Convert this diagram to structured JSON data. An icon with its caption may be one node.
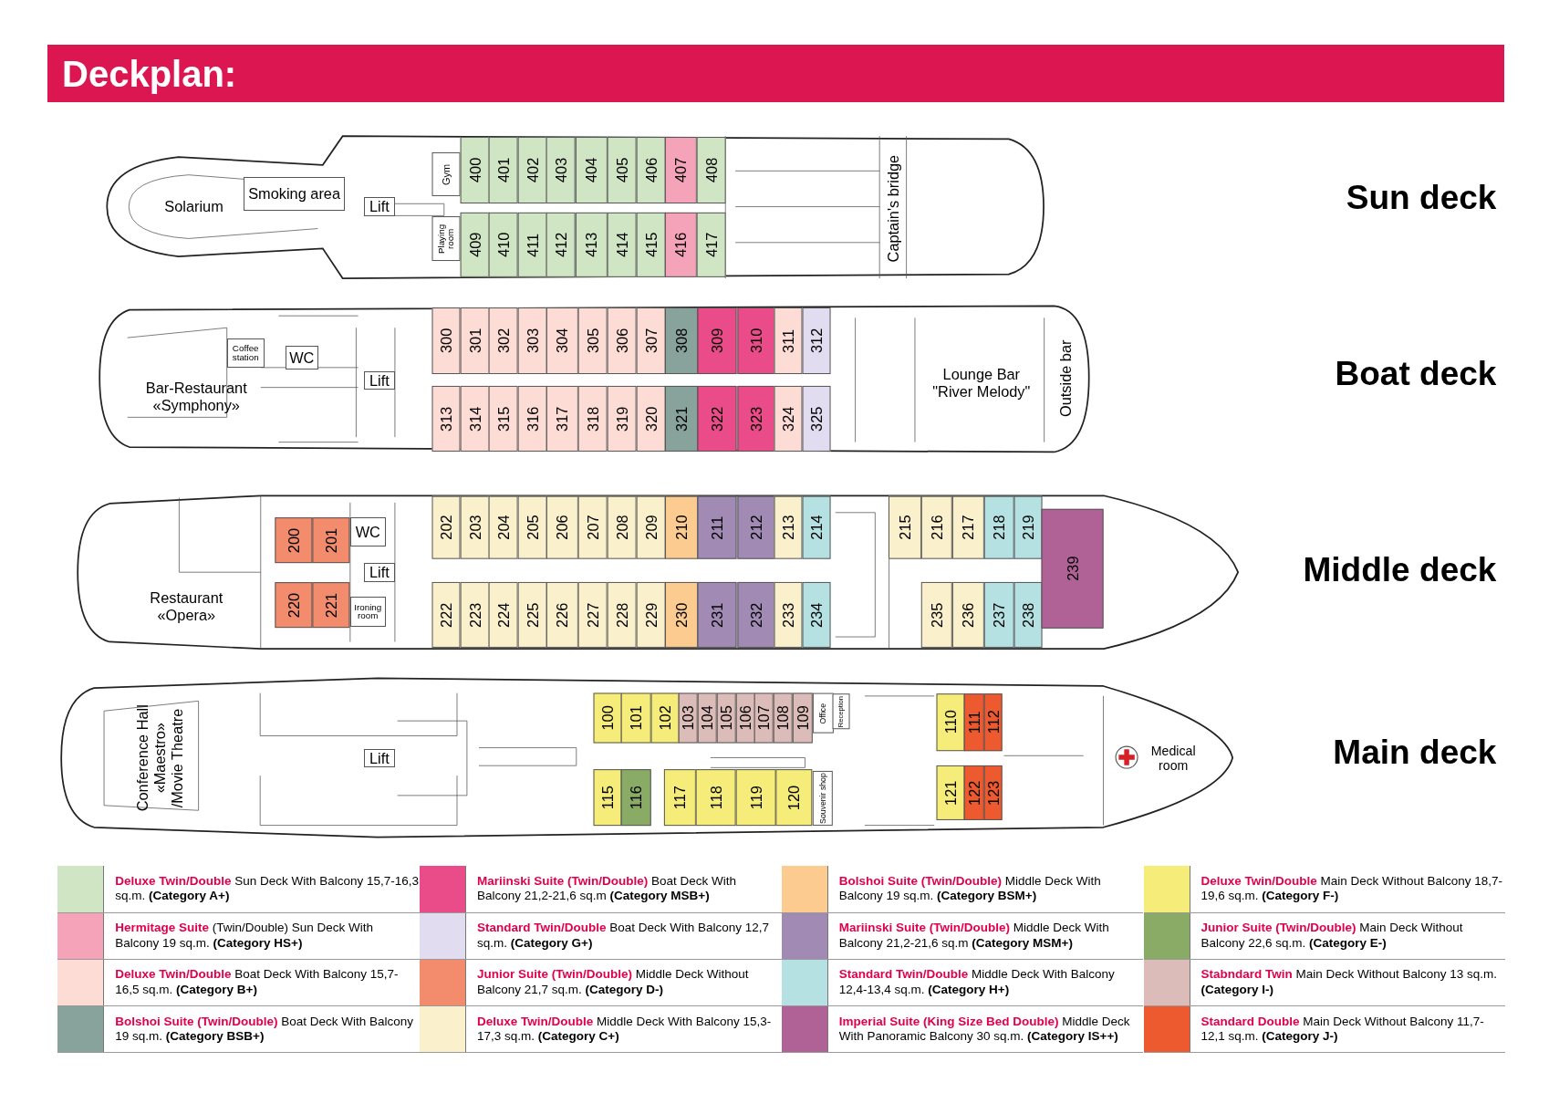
{
  "diagram": {
    "title": "Deckplan:",
    "nodes": [
      {
        "text": [],
        "shape": "picture"
      },
      {
        "text": [
          "Solarium"
        ],
        "in": 0
      },
      {
        "text": [
          "Smoking area"
        ],
        "in": 0
      },
      {
        "text": [
          "Lift"
        ],
        "in": 0
      },
      {
        "text": [
          "Gym"
        ],
        "in": 0
      },
      {
        "text": [
          "Playing room"
        ],
        "in": 0
      },
      {
        "text": [
          "400"
        ],
        "in": 0
      },
      {
        "text": [
          "401"
        ],
        "in": 0
      },
      {
        "text": [
          "402"
        ],
        "in": 0
      },
      {
        "text": [
          "403"
        ],
        "in": 0
      },
      {
        "text": [
          "404"
        ],
        "in": 0
      },
      {
        "text": [
          "405"
        ],
        "in": 0
      },
      {
        "text": [
          "406"
        ],
        "in": 0
      },
      {
        "text": [
          "407"
        ],
        "in": 0
      },
      {
        "text": [
          "408"
        ],
        "in": 0
      },
      {
        "text": [
          "409"
        ],
        "in": 0
      },
      {
        "text": [
          "410"
        ],
        "in": 0
      },
      {
        "text": [
          "411"
        ],
        "in": 0
      },
      {
        "text": [
          "412"
        ],
        "in": 0
      },
      {
        "text": [
          "413"
        ],
        "in": 0
      },
      {
        "text": [
          "414"
        ],
        "in": 0
      },
      {
        "text": [
          "415"
        ],
        "in": 0
      },
      {
        "text": [
          "416"
        ],
        "in": 0
      },
      {
        "text": [
          "417"
        ],
        "in": 0
      },
      {
        "text": [
          "Captain's bridge"
        ],
        "in": 0
      },
      {
        "text": [],
        "shape": "picture"
      },
      {
        "text": [
          "Coffee station"
        ],
        "in": 25
      },
      {
        "text": [
          "WC"
        ],
        "in": 25
      },
      {
        "text": [
          "Bar-Restaurant «Symphony»"
        ],
        "in": 25
      },
      {
        "text": [
          "Lift"
        ],
        "in": 25
      },
      {
        "text": [
          "300"
        ],
        "in": 25
      },
      {
        "text": [
          "301"
        ],
        "in": 25
      },
      {
        "text": [
          "302"
        ],
        "in": 25
      },
      {
        "text": [
          "303"
        ],
        "in": 25
      },
      {
        "text": [
          "304"
        ],
        "in": 25
      },
      {
        "text": [
          "305"
        ],
        "in": 25
      },
      {
        "text": [
          "306"
        ],
        "in": 25
      },
      {
        "text": [
          "307"
        ],
        "in": 25
      },
      {
        "text": [
          "308"
        ],
        "in": 25
      },
      {
        "text": [
          "309"
        ],
        "in": 25
      },
      {
        "text": [
          "310"
        ],
        "in": 25
      },
      {
        "text": [
          "311"
        ],
        "in": 25
      },
      {
        "text": [
          "312"
        ],
        "in": 25
      },
      {
        "text": [
          "313"
        ],
        "in": 25
      },
      {
        "text": [
          "314"
        ],
        "in": 25
      },
      {
        "text": [
          "315"
        ],
        "in": 25
      },
      {
        "text": [
          "316"
        ],
        "in": 25
      },
      {
        "text": [
          "317"
        ],
        "in": 25
      },
      {
        "text": [
          "318"
        ],
        "in": 25
      },
      {
        "text": [
          "319"
        ],
        "in": 25
      },
      {
        "text": [
          "320"
        ],
        "in": 25
      },
      {
        "text": [
          "321"
        ],
        "in": 25
      },
      {
        "text": [
          "322"
        ],
        "in": 25
      },
      {
        "text": [
          "323"
        ],
        "in": 25
      },
      {
        "text": [
          "324"
        ],
        "in": 25
      },
      {
        "text": [
          "325"
        ],
        "in": 25
      },
      {
        "text": [
          "Lounge Bar \"River Melody\""
        ],
        "in": 25
      },
      {
        "text": [
          "Outside bar"
        ],
        "in": 25
      },
      {
        "text": [],
        "shape": "picture"
      },
      {
        "text": [
          "200"
        ],
        "in": 58
      },
      {
        "text": [
          "201"
        ],
        "in": 58
      },
      {
        "text": [
          "WC"
        ],
        "in": 58
      },
      {
        "text": [
          "Lift"
        ],
        "in": 58
      },
      {
        "text": [
          "Restaurant «Opera»"
        ],
        "in": 58
      },
      {
        "text": [
          "220"
        ],
        "in": 58
      },
      {
        "text": [
          "221"
        ],
        "in": 58
      },
      {
        "text": [
          "Ironing room"
        ],
        "in": 58
      },
      {
        "text": [
          "202"
        ],
        "in": 58
      },
      {
        "text": [
          "203"
        ],
        "in": 58
      },
      {
        "text": [
          "204"
        ],
        "in": 58
      },
      {
        "text": [
          "205"
        ],
        "in": 58
      },
      {
        "text": [
          "206"
        ],
        "in": 58
      },
      {
        "text": [
          "207"
        ],
        "in": 58
      },
      {
        "text": [
          "208"
        ],
        "in": 58
      },
      {
        "text": [
          "209"
        ],
        "in": 58
      },
      {
        "text": [
          "210"
        ],
        "in": 58
      },
      {
        "text": [
          "211"
        ],
        "in": 58
      },
      {
        "text": [
          "212"
        ],
        "in": 58
      },
      {
        "text": [
          "213"
        ],
        "in": 58
      },
      {
        "text": [
          "214"
        ],
        "in": 58
      },
      {
        "text": [
          "222"
        ],
        "in": 58
      },
      {
        "text": [
          "223"
        ],
        "in": 58
      },
      {
        "text": [
          "224"
        ],
        "in": 58
      },
      {
        "text": [
          "225"
        ],
        "in": 58
      },
      {
        "text": [
          "226"
        ],
        "in": 58
      },
      {
        "text": [
          "227"
        ],
        "in": 58
      },
      {
        "text": [
          "228"
        ],
        "in": 58
      },
      {
        "text": [
          "229"
        ],
        "in": 58
      },
      {
        "text": [
          "230"
        ],
        "in": 58
      },
      {
        "text": [
          "231"
        ],
        "in": 58
      },
      {
        "text": [
          "232"
        ],
        "in": 58
      },
      {
        "text": [
          "233"
        ],
        "in": 58
      },
      {
        "text": [
          "234"
        ],
        "in": 58
      },
      {
        "text": [
          "215"
        ],
        "in": 58
      },
      {
        "text": [
          "216"
        ],
        "in": 58
      },
      {
        "text": [
          "217"
        ],
        "in": 58
      },
      {
        "text": [
          "218"
        ],
        "in": 58
      },
      {
        "text": [
          "219"
        ],
        "in": 58
      },
      {
        "text": [
          "235"
        ],
        "in": 58
      },
      {
        "text": [
          "236"
        ],
        "in": 58
      },
      {
        "text": [
          "237"
        ],
        "in": 58
      },
      {
        "text": [
          "238"
        ],
        "in": 58
      },
      {
        "text": [
          "239"
        ],
        "in": 58
      },
      {
        "text": [],
        "shape": "picture"
      },
      {
        "text": [
          "Conference Hall «Maestro» /Movie Theatre"
        ],
        "in": 103
      },
      {
        "text": [
          "Lift"
        ],
        "in": 103
      },
      {
        "text": [
          "100"
        ],
        "in": 103
      },
      {
        "text": [
          "101"
        ],
        "in": 103
      },
      {
        "text": [
          "102"
        ],
        "in": 103
      },
      {
        "text": [
          "103"
        ],
        "in": 103
      },
      {
        "text": [
          "104"
        ],
        "in": 103
      },
      {
        "text": [
          "105"
        ],
        "in": 103
      },
      {
        "text": [
          "106"
        ],
        "in": 103
      },
      {
        "text": [
          "107"
        ],
        "in": 103
      },
      {
        "text": [
          "108"
        ],
        "in": 103
      },
      {
        "text": [
          "109"
        ],
        "in": 103
      },
      {
        "text": [
          "Office"
        ],
        "in": 103
      },
      {
        "text": [
          "Reception"
        ],
        "in": 103
      },
      {
        "text": [
          "115"
        ],
        "in": 103
      },
      {
        "text": [
          "116"
        ],
        "in": 103
      },
      {
        "text": [
          "117"
        ],
        "in": 103
      },
      {
        "text": [
          "118"
        ],
        "in": 103
      },
      {
        "text": [
          "119"
        ],
        "in": 103
      },
      {
        "text": [
          "120"
        ],
        "in": 103
      },
      {
        "text": [
          "Souvenir shop"
        ],
        "in": 103
      },
      {
        "text": [
          "110"
        ],
        "in": 103
      },
      {
        "text": [
          "111"
        ],
        "in": 103
      },
      {
        "text": [
          "112"
        ],
        "in": 103
      },
      {
        "text": [
          "121"
        ],
        "in": 103
      },
      {
        "text": [
          "122"
        ],
        "in": 103
      },
      {
        "text": [
          "123"
        ],
        "in": 103
      },
      {
        "text": [
          "Medical room"
        ],
        "in": 103
      }
    ],
    "labels": [
      "Sun deck",
      "Boat deck",
      "Middle deck",
      "Main deck"
    ],
    "legend": [
      {
        "text": "**Deluxe Twin/Double** Sun Deck With Balcony 15,7-16,3 sq.m. **(Category A+)**",
        "color": "#cfe5c4"
      },
      {
        "text": "**Hermitage Suite** (Twin/Double) Sun Deck With Balcony 19 sq.m. **(Category HS+)**",
        "color": "#f4a3b8"
      },
      {
        "text": "**Deluxe Twin/Double** Boat Deck With Balcony 15,7-16,5 sq.m. **(Category B+)**",
        "color": "#fcdcd5"
      },
      {
        "text": "**Bolshoi Suite (Twin/Double)** Boat Deck With Balcony 19 sq.m. **(Category BSB+)**",
        "color": "#87a39c"
      },
      {
        "text": "**Mariinski Suite (Twin/Double)** Boat Deck With Balcony 21,2-21,6 sq.m **(Category MSB+)**",
        "color": "#e94c88"
      },
      {
        "text": "**Standard Twin/Double** Boat Deck With Balcony 12,7 sq.m. **(Category G+)**",
        "color": "#e1dcef"
      },
      {
        "text": "**Junior Suite (Twin/Double)** Middle Deck Without Balcony 21,7 sq.m. **(Category D-)**",
        "color": "#f28c6c"
      },
      {
        "text": "**Deluxe Twin/Double** Middle Deck With Balcony 15,3-17,3 sq.m. **(Category C+)**",
        "color": "#faf0cc"
      },
      {
        "text": "**Bolshoi Suite (Twin/Double)** Middle Deck With Balcony 19 sq.m. **(Category BSM+)**",
        "color": "#fbcb90"
      },
      {
        "text": "**Mariinski Suite (Twin/Double)** Middle Deck With Balcony 21,2-21,6 sq.m **(Category MSM+)**",
        "color": "#a18bb5"
      },
      {
        "text": "**Standard Twin/Double** Middle Deck With Balcony 12,4-13,4 sq.m. **(Category H+)**",
        "color": "#b5e1e3"
      },
      {
        "text": "**Imperial Suite (King Size Bed Double)** Middle Deck With Panoramic Balcony 30 sq.m. **(Category IS++)**",
        "color": "#b06297"
      },
      {
        "text": "**Deluxe Twin/Double** Main Deck Without Balcony 18,7-19,6 sq.m. **(Category F-)**",
        "color": "#f5ec7a"
      },
      {
        "text": "**Junior Suite (Twin/Double)** Main Deck Without Balcony 22,6 sq.m. **(Category E-)**",
        "color": "#8aab66"
      },
      {
        "text": "**Stabndard Twin** Main Deck Without Balcony 13 sq.m. **(Category I-)**",
        "color": "#dcbcb8"
      },
      {
        "text": "**Standard Double** Main Deck Without Balcony 11,7-12,1 sq.m. **(Category J-)**",
        "color": "#ee5a2f"
      }
    ]
  }
}
